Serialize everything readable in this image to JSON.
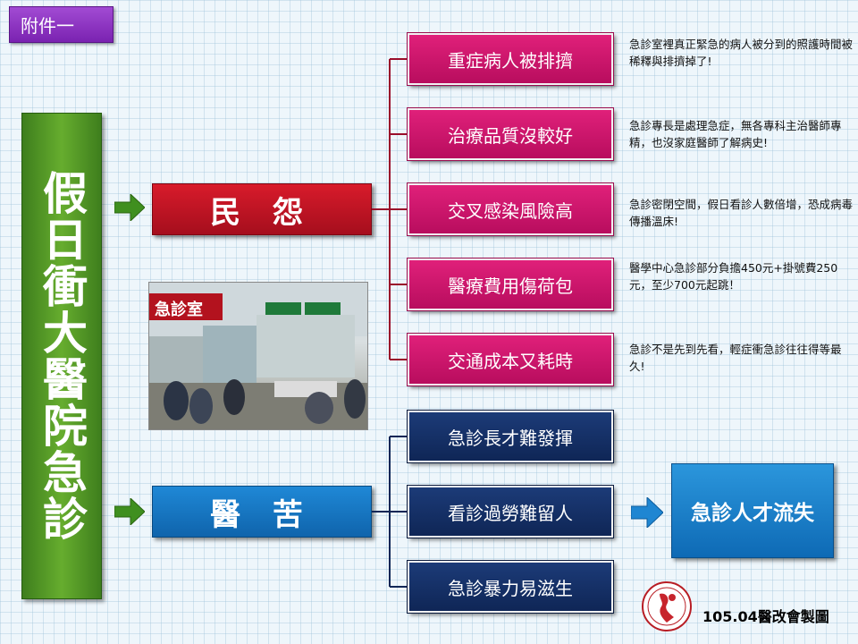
{
  "tag": "附件一",
  "title": "假日衝大醫院急診",
  "categories": {
    "complaint": "民 怨",
    "hardship": "醫 苦"
  },
  "complaint_items": [
    {
      "label": "重症病人被排擠",
      "note": "急診室裡真正緊急的病人被分到的照護時間被稀釋與排擠掉了!"
    },
    {
      "label": "治療品質沒較好",
      "note": "急診專長是處理急症，無各專科主治醫師專精，也沒家庭醫師了解病史!"
    },
    {
      "label": "交叉感染風險高",
      "note": "急診密閉空間，假日看診人數倍增，恐成病毒傳播溫床!"
    },
    {
      "label": "醫療費用傷荷包",
      "note": "醫學中心急診部分負擔450元+掛號費250元，至少700元起跳！"
    },
    {
      "label": "交通成本又耗時",
      "note": "急診不是先到先看，輕症衝急診往往得等最久!"
    }
  ],
  "hardship_items": [
    {
      "label": "急診長才難發揮"
    },
    {
      "label": "看診過勞難留人"
    },
    {
      "label": "急診暴力易滋生"
    }
  ],
  "result": "急診人才流失",
  "photo_sign": "急診室",
  "credit": "105.04醫改會製圖",
  "colors": {
    "complaint_red": "#c8142a",
    "item_magenta": "#cc1670",
    "hardship_blue": "#1676c4",
    "item_navy": "#15306a",
    "title_green": "#4f9426",
    "tag_purple": "#8a2fc0",
    "connector": "#9a0d2a"
  },
  "icons": {
    "arrow": "green-right-arrow",
    "result_arrow": "blue-right-arrow",
    "logo": "reform-foundation-logo"
  }
}
